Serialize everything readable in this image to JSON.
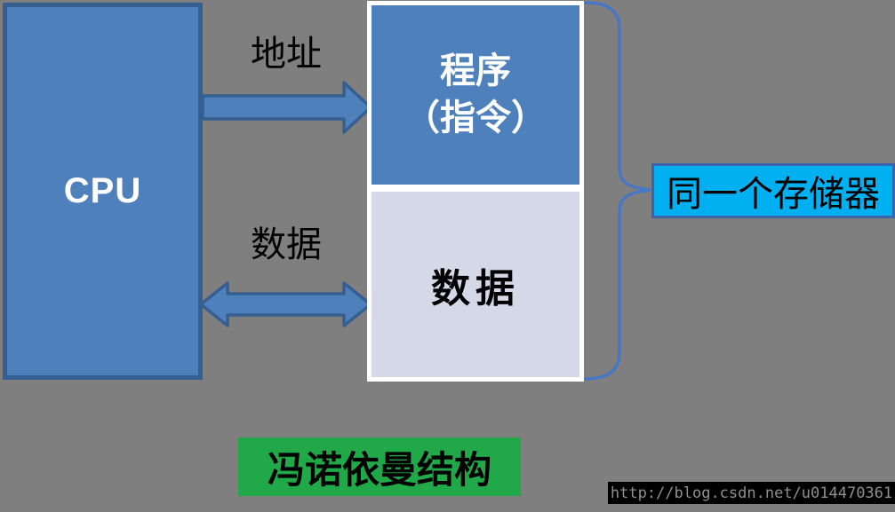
{
  "colors": {
    "background": "#7F7F7F",
    "shape_fill": "#4E80BC",
    "shape_border": "#365F91",
    "brace_stroke": "#4876C6",
    "memory_frame": "#FFFFFF",
    "data_section_fill": "#D5D9E7",
    "annotation_bg": "#00B0F0",
    "annotation_border": "#3E63AD",
    "caption_bg": "#21A849",
    "watermark_bg": "#000000"
  },
  "cpu": {
    "label": "CPU"
  },
  "bus": {
    "address_label": "地址",
    "data_label": "数据"
  },
  "memory": {
    "program_label_line1": "程序",
    "program_label_line2": "（指令）",
    "data_label": "数据"
  },
  "annotation": {
    "label": "同一个存储器"
  },
  "caption": {
    "label": "冯诺依曼结构"
  },
  "watermark": {
    "text": "http://blog.csdn.net/u014470361"
  }
}
